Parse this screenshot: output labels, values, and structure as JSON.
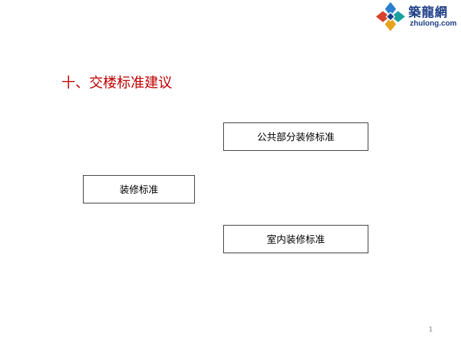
{
  "logo": {
    "name_cn": "築龍網",
    "domain": "zhulong.com"
  },
  "slide": {
    "title": "十、交楼标准建议",
    "main_box": "装修标准",
    "sub_boxes": [
      "公共部分装修标准",
      "室内装修标准"
    ],
    "page_number": "1"
  },
  "colors": {
    "title": "#c00000",
    "logo_text": "#1f3f87",
    "box_border": "#333333"
  }
}
